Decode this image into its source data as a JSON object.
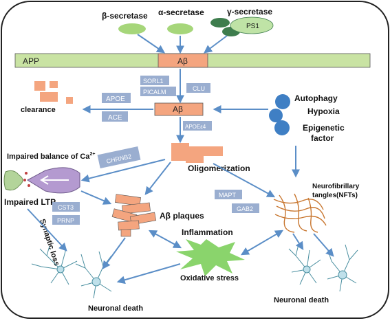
{
  "colors": {
    "arrow": "#5b8ec7",
    "app_bar": "#c9e3a3",
    "abeta": "#f4a57f",
    "gene_box": "#9aaed0",
    "enzyme_green": "#a6d67a",
    "enzyme_dark": "#3e7d4d",
    "ps1": "#bfe3a6",
    "blue_circle": "#3f7fc4",
    "inflammation": "#8ad46c",
    "tangle": "#c8762f",
    "neuron": "#4a8fa0"
  },
  "enzymes": {
    "beta": "β-secretase",
    "alpha": "α-secretase",
    "gamma": "γ-secretase",
    "ps1": "PS1"
  },
  "app": {
    "label": "APP",
    "abeta": "Aβ"
  },
  "genes": {
    "sorl1": "SORL1",
    "picalm": "PICALM",
    "clu": "CLU",
    "apoe": "APOE",
    "ace": "ACE",
    "apoe4": "APOEε4",
    "chrnb2": "CHRNB2",
    "cst3": "CST3",
    "prnp": "PRNP",
    "mapt": "MAPT",
    "gab2": "GAB2"
  },
  "abeta_center": "Aβ",
  "labels": {
    "clearance": "clearance",
    "autophagy": "Autophagy",
    "hypoxia": "Hypoxia",
    "epigenetic_1": "Epigenetic",
    "epigenetic_2": "factor",
    "impaired_ca": "Impaired balance of Ca",
    "ca_sup": "2+",
    "oligomerization": "Oligomerization",
    "impaired_ltp": "Impaired LTP",
    "synaptic_loss": "Synaptic loss",
    "abeta_plaques": "Aβ plaques",
    "nft_1": "Neurofibrillary",
    "nft_2": "tangles(NFTs)",
    "inflammation": "Inflammation",
    "oxidative": "Oxidative stress",
    "neuronal_death_left": "Neuronal death",
    "neuronal_death_right": "Neuronal death"
  }
}
